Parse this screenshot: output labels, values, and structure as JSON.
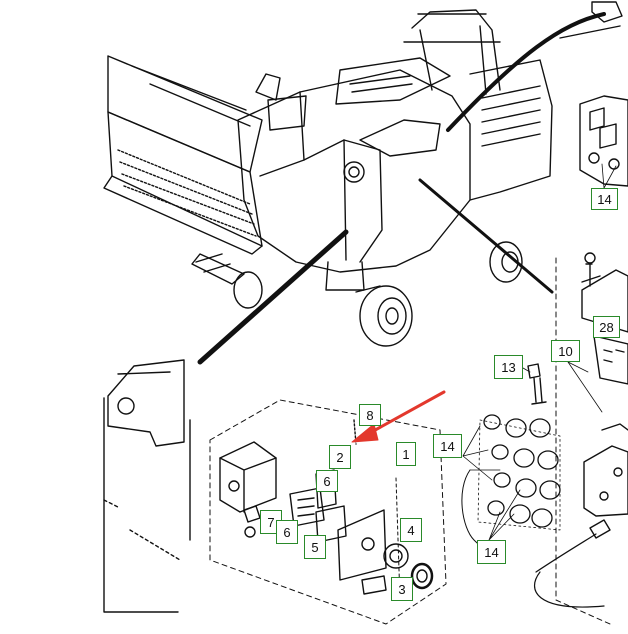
{
  "diagram": {
    "callouts": [
      "14",
      "28",
      "10",
      "13",
      "14",
      "8",
      "2",
      "1",
      "6",
      "7",
      "6",
      "5",
      "4",
      "3",
      "14"
    ]
  },
  "colors": {
    "outline": "#111111",
    "callout_border": "#2a8a2a",
    "pointer_arrow": "#e3382d"
  }
}
